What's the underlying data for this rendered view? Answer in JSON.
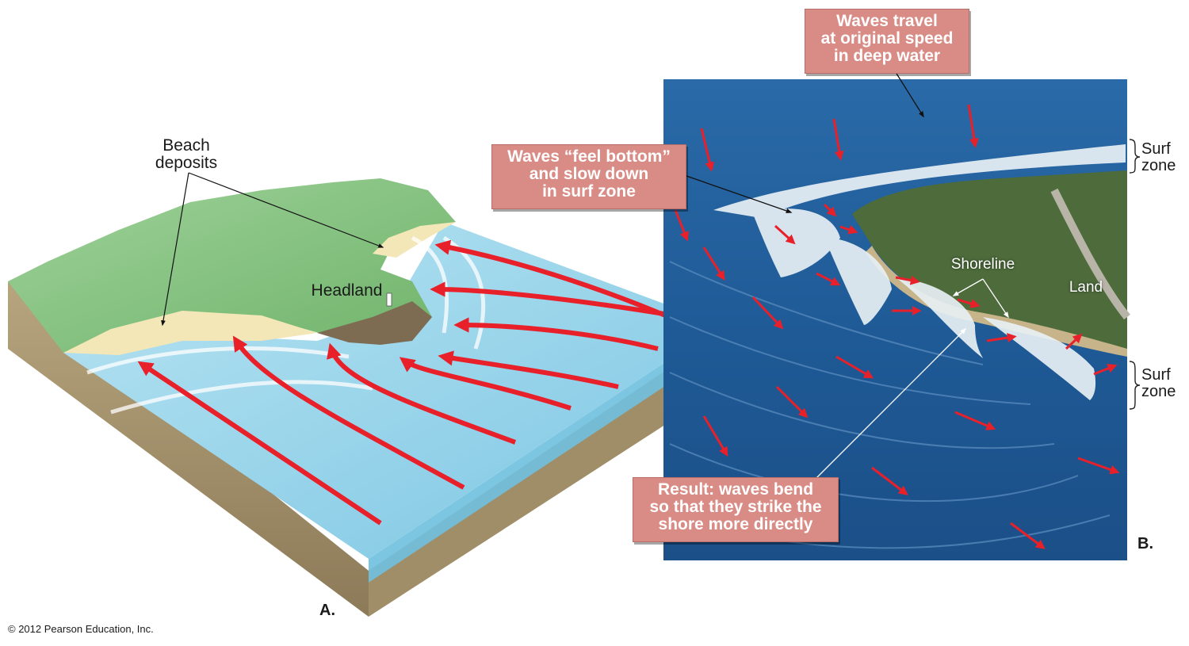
{
  "colors": {
    "arrow_red": "#e8202a",
    "callout_fill": "#d98c86",
    "ocean_deep": "#1f5fa0",
    "block_water": "#8fd0e8",
    "land_green": "#7fbf7a",
    "sand": "#f3e7b8"
  },
  "panel_a": {
    "label": "A.",
    "beach_deposits": [
      "Beach",
      "deposits"
    ],
    "headland": "Headland"
  },
  "panel_b": {
    "label": "B.",
    "callout_deep": [
      "Waves travel",
      "at original speed",
      "in deep water"
    ],
    "callout_surf": [
      "Waves “feel bottom”",
      "and slow down",
      "in surf zone"
    ],
    "callout_result": [
      "Result: waves bend",
      "so that they strike the",
      "shore more directly"
    ],
    "surf_zone_top": [
      "Surf",
      "zone"
    ],
    "surf_zone_bottom": [
      "Surf",
      "zone"
    ],
    "shoreline": "Shoreline",
    "land": "Land"
  },
  "copyright": "© 2012 Pearson Education, Inc."
}
